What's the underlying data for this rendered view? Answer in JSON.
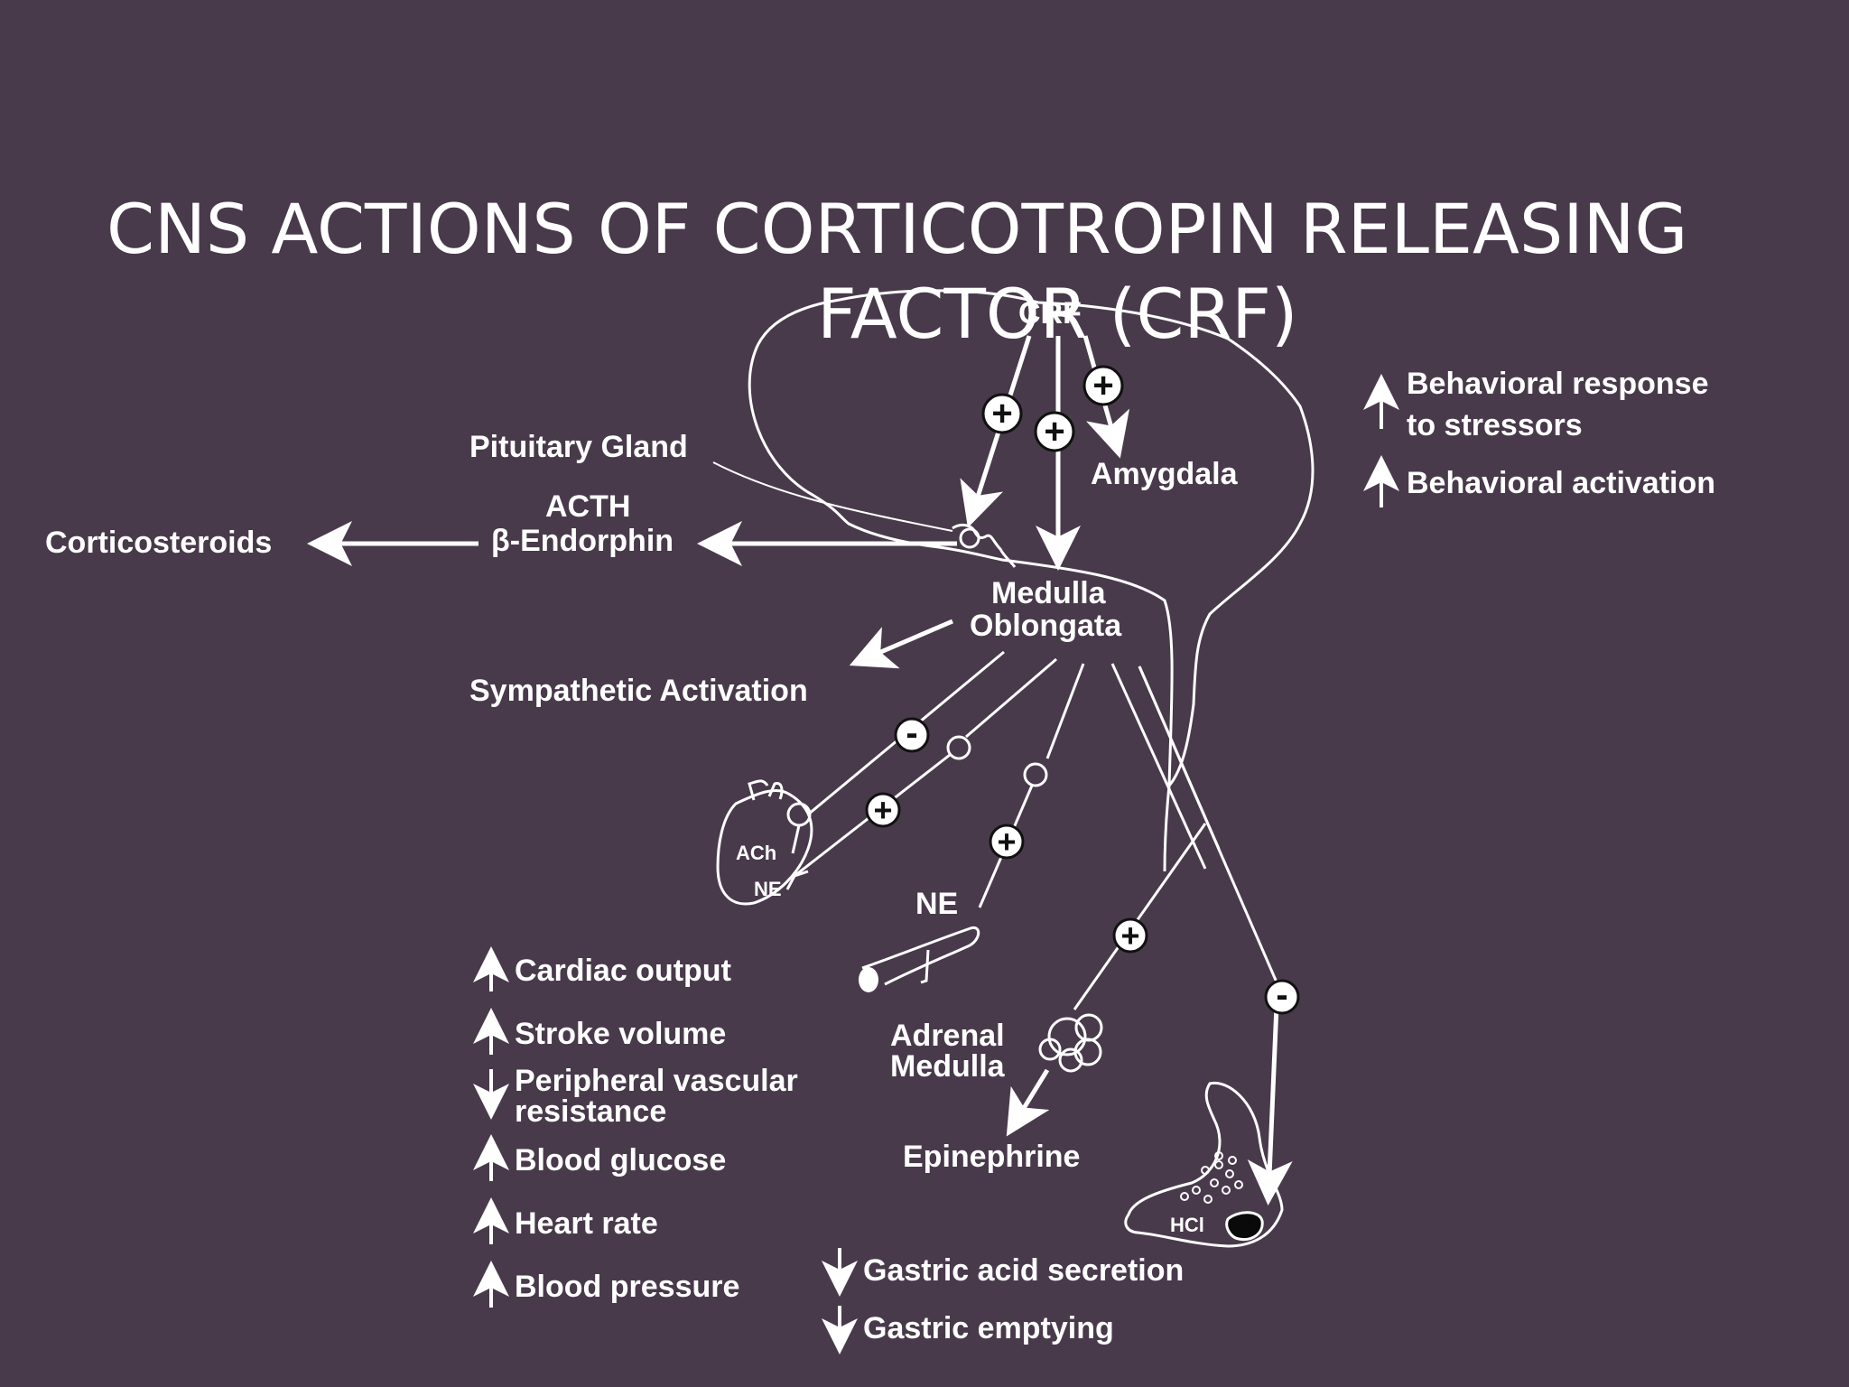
{
  "slide": {
    "title_line1": "CNS ACTIONS OF CORTICOTROPIN RELEASING",
    "title_line2": "FACTOR (CRF)"
  },
  "diagram": {
    "crf": "CRF",
    "pituitary": "Pituitary Gland",
    "acth": "ACTH",
    "endorphin": "β-Endorphin",
    "corticosteroids": "Corticosteroids",
    "amygdala": "Amygdala",
    "medulla1": "Medulla",
    "medulla2": "Oblongata",
    "sympathetic": "Sympathetic Activation",
    "ach": "ACh",
    "ne_heart": "NE",
    "ne_vessel": "NE",
    "adrenal1": "Adrenal",
    "adrenal2": "Medulla",
    "epinephrine": "Epinephrine",
    "hcl": "HCl",
    "plus": "+",
    "minus": "-",
    "effects_right": [
      {
        "dir": "up",
        "line1": "Behavioral response",
        "line2": "to stressors"
      },
      {
        "dir": "up",
        "line1": "Behavioral activation",
        "line2": ""
      }
    ],
    "effects_cardio": [
      {
        "dir": "up",
        "line1": "Cardiac output",
        "line2": ""
      },
      {
        "dir": "up",
        "line1": "Stroke volume",
        "line2": ""
      },
      {
        "dir": "down",
        "line1": "Peripheral vascular",
        "line2": "resistance"
      },
      {
        "dir": "up",
        "line1": "Blood glucose",
        "line2": ""
      },
      {
        "dir": "up",
        "line1": "Heart rate",
        "line2": ""
      },
      {
        "dir": "up",
        "line1": "Blood pressure",
        "line2": ""
      }
    ],
    "effects_gastric": [
      {
        "dir": "down",
        "line1": "Gastric acid secretion",
        "line2": ""
      },
      {
        "dir": "down",
        "line1": "Gastric emptying",
        "line2": ""
      }
    ]
  }
}
